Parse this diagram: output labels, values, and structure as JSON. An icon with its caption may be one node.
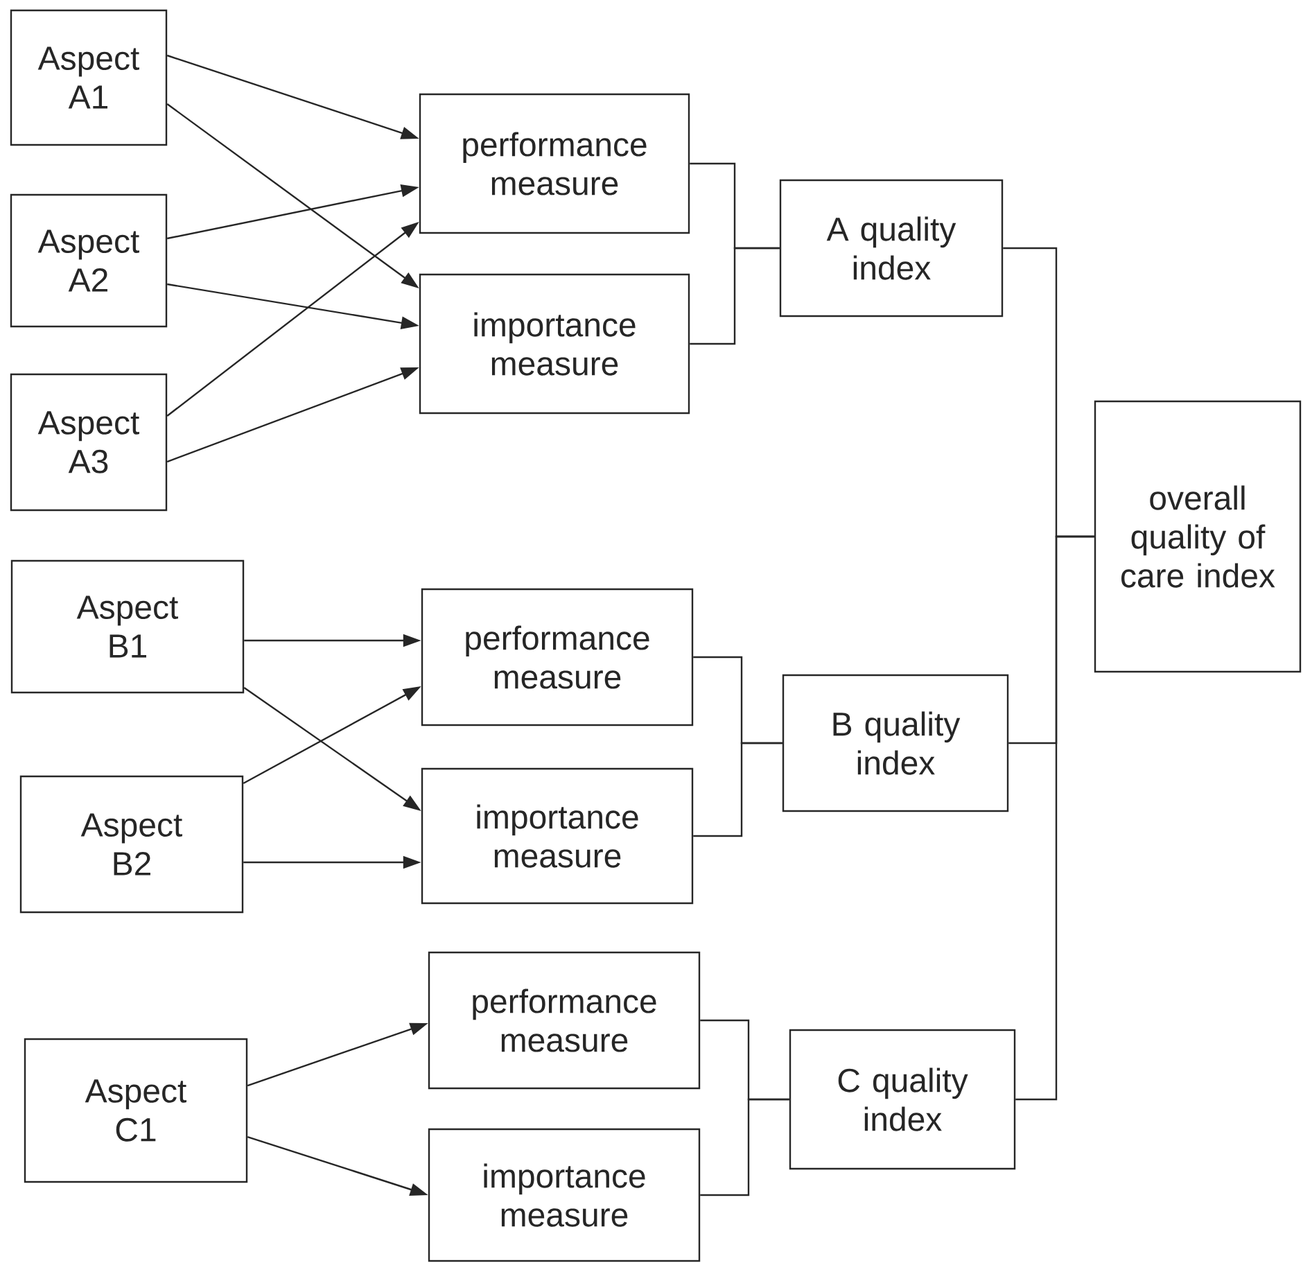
{
  "diagram": {
    "nodes": [
      {
        "text": [
          "Aspect A1"
        ]
      },
      {
        "text": [
          "Aspect A2"
        ]
      },
      {
        "text": [
          "Aspect A3"
        ]
      },
      {
        "text": [
          "performance measure"
        ]
      },
      {
        "text": [
          "importance measure"
        ]
      },
      {
        "text": [
          "A quality index"
        ]
      },
      {
        "text": [
          "overall quality of care index"
        ]
      },
      {
        "text": [
          "Aspect B1"
        ]
      },
      {
        "text": [
          "Aspect B2"
        ]
      },
      {
        "text": [
          "performance measure"
        ]
      },
      {
        "text": [
          "importance measure"
        ]
      },
      {
        "text": [
          "B quality index"
        ]
      },
      {
        "text": [
          "performance measure"
        ]
      },
      {
        "text": [
          "Aspect C1"
        ]
      },
      {
        "text": [
          "importance measure"
        ]
      },
      {
        "text": [
          "C quality index"
        ]
      }
    ],
    "edges": [
      {
        "from": 0,
        "to": 3,
        "arrow": "to"
      },
      {
        "from": 0,
        "to": 4,
        "arrow": "to"
      },
      {
        "from": 1,
        "to": 3,
        "arrow": "to"
      },
      {
        "from": 1,
        "to": 4,
        "arrow": "to"
      },
      {
        "from": 2,
        "to": 3,
        "arrow": "to"
      },
      {
        "from": 2,
        "to": 4,
        "arrow": "to"
      },
      {
        "from": 7,
        "to": 9,
        "arrow": "to"
      },
      {
        "from": 7,
        "to": 10,
        "arrow": "to"
      },
      {
        "from": 8,
        "to": 9,
        "arrow": "to"
      },
      {
        "from": 8,
        "to": 10,
        "arrow": "to"
      },
      {
        "from": 13,
        "to": 12,
        "arrow": "to"
      },
      {
        "from": 13,
        "to": 14,
        "arrow": "to"
      },
      {
        "from": 3,
        "to": 5,
        "arrow": "none"
      },
      {
        "from": 4,
        "to": 5,
        "arrow": "none"
      },
      {
        "from": 9,
        "to": 11,
        "arrow": "none"
      },
      {
        "from": 10,
        "to": 11,
        "arrow": "none"
      },
      {
        "from": 12,
        "to": 15,
        "arrow": "none"
      },
      {
        "from": 14,
        "to": 15,
        "arrow": "none"
      },
      {
        "from": 5,
        "to": 6,
        "arrow": "none"
      },
      {
        "from": 11,
        "to": 6,
        "arrow": "none"
      },
      {
        "from": 15,
        "to": 6,
        "arrow": "none"
      }
    ]
  }
}
